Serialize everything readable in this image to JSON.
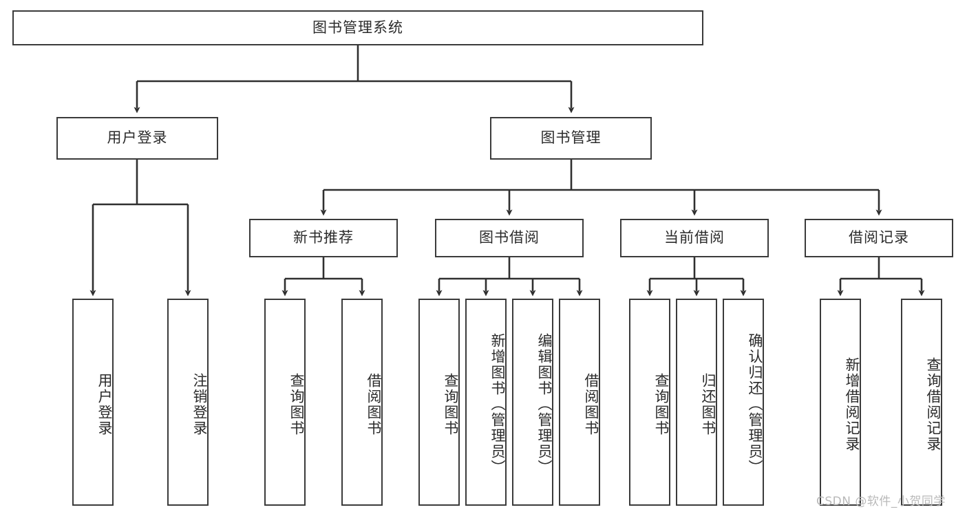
{
  "diagram": {
    "type": "tree-hierarchy-chart",
    "title": "图书管理系统",
    "root": {
      "id": "root",
      "label": "图书管理系统",
      "orientation": "horizontal"
    },
    "level2": [
      {
        "id": "user-login",
        "label": "用户登录",
        "orientation": "horizontal"
      },
      {
        "id": "book-manage",
        "label": "图书管理",
        "orientation": "horizontal"
      }
    ],
    "level3": [
      {
        "id": "new-book-recommend",
        "label": "新书推荐",
        "orientation": "horizontal",
        "parent": "book-manage"
      },
      {
        "id": "book-borrow",
        "label": "图书借阅",
        "orientation": "horizontal",
        "parent": "book-manage"
      },
      {
        "id": "current-borrow",
        "label": "当前借阅",
        "orientation": "horizontal",
        "parent": "book-manage"
      },
      {
        "id": "borrow-record",
        "label": "借阅记录",
        "orientation": "horizontal",
        "parent": "book-manage"
      }
    ],
    "leaves": [
      {
        "id": "leaf-user-login",
        "label": "用户登录",
        "parent": "user-login"
      },
      {
        "id": "leaf-user-logout",
        "label": "注销登录",
        "parent": "user-login"
      },
      {
        "id": "leaf-query-book-1",
        "label": "查询图书",
        "parent": "new-book-recommend"
      },
      {
        "id": "leaf-borrow-book-1",
        "label": "借阅图书",
        "parent": "new-book-recommend"
      },
      {
        "id": "leaf-query-book-2",
        "label": "查询图书",
        "parent": "book-borrow"
      },
      {
        "id": "leaf-add-book",
        "label": "新增图书（管理员）",
        "parent": "book-borrow"
      },
      {
        "id": "leaf-edit-book",
        "label": "编辑图书（管理员）",
        "parent": "book-borrow"
      },
      {
        "id": "leaf-borrow-book-2",
        "label": "借阅图书",
        "parent": "book-borrow"
      },
      {
        "id": "leaf-query-book-3",
        "label": "查询图书",
        "parent": "current-borrow"
      },
      {
        "id": "leaf-return-book",
        "label": "归还图书",
        "parent": "current-borrow"
      },
      {
        "id": "leaf-confirm-return",
        "label": "确认归还（管理员）",
        "parent": "current-borrow"
      },
      {
        "id": "leaf-add-record",
        "label": "新增借阅记录",
        "parent": "borrow-record"
      },
      {
        "id": "leaf-query-record",
        "label": "查询借阅记录",
        "parent": "borrow-record"
      }
    ],
    "colors": {
      "box_border": "#3a3a3a",
      "box_fill": "#ffffff",
      "connector": "#2f2f2f",
      "text": "#2b2b2b",
      "watermark": "#b9b9b9",
      "background": "#ffffff"
    }
  },
  "watermark": {
    "text": "CSDN @软件_小贺同学"
  }
}
